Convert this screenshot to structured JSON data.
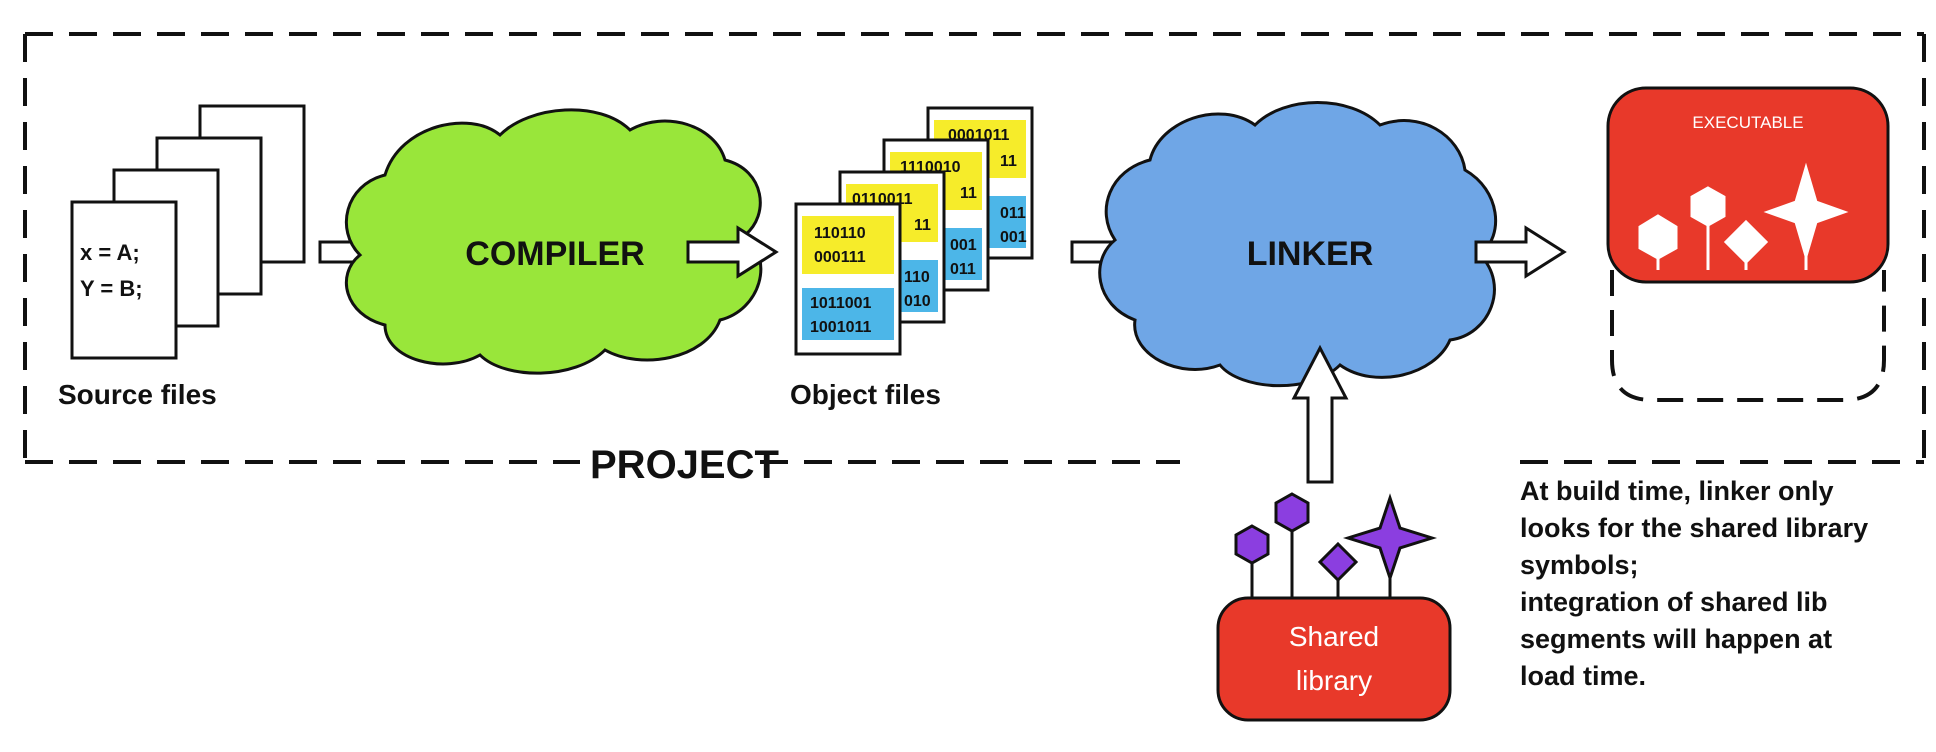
{
  "source": {
    "code_line1": "x = A;",
    "code_line2": "Y = B;",
    "caption": "Source files"
  },
  "compiler": {
    "label": "COMPILER",
    "color": "#99e63a"
  },
  "objects": {
    "caption": "Object files",
    "front_yellow": [
      "110110",
      "000111"
    ],
    "front_blue": [
      "1011001",
      "1001011"
    ],
    "second_yellow": [
      "0110011",
      "11"
    ],
    "second_blue": [
      "110",
      "010"
    ],
    "third_yellow": [
      "1110010",
      "11"
    ],
    "third_blue": [
      "001",
      "011"
    ],
    "back_yellow": [
      "0001011",
      "11"
    ],
    "back_blue": [
      "011",
      "001"
    ],
    "yellow_color": "#f6ec2a",
    "blue_color": "#4cb6e8"
  },
  "linker": {
    "label": "LINKER",
    "color": "#6fa6e6"
  },
  "project": {
    "label": "PROJECT"
  },
  "executable": {
    "label": "EXECUTABLE",
    "color": "#e8392a"
  },
  "shared_library": {
    "line1": "Shared",
    "line2": "library",
    "color": "#e8392a",
    "symbol_color": "#8b3ee0"
  },
  "note": {
    "lines": [
      "At build time, linker only",
      "looks for the shared library",
      "symbols;",
      "integration of shared lib",
      "segments will happen at",
      "load time."
    ]
  }
}
